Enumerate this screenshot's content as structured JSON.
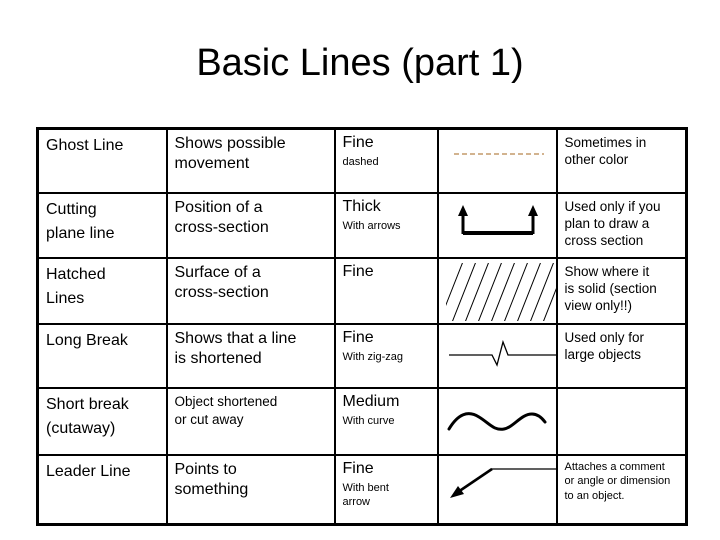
{
  "title": "Basic Lines (part 1)",
  "colors": {
    "ink": "#000000",
    "background": "#ffffff",
    "ghost_dash": "#c49a6a"
  },
  "table": {
    "rows": [
      {
        "name": "Ghost Line",
        "purpose": "Shows possible\nmovement",
        "weight": "Fine",
        "weight_sub": "dashed",
        "example": "dashed-line",
        "note": "Sometimes in\nother color"
      },
      {
        "name": "Cutting\nplane line",
        "purpose": "Position of a\ncross-section",
        "weight": "Thick",
        "weight_sub": "With arrows",
        "example": "thick-line-with-up-arrows",
        "note": "Used only if you\nplan to draw a\ncross section"
      },
      {
        "name": "Hatched\nLines",
        "purpose": "Surface of a\ncross-section",
        "weight": "Fine",
        "weight_sub": "",
        "example": "diagonal-hatching",
        "note": "Show where it\nis solid (section\nview only!!)"
      },
      {
        "name": "Long Break",
        "purpose": "Shows that a line\nis shortened",
        "weight": "Fine",
        "weight_sub": "With zig-zag",
        "example": "line-with-zigzag-break",
        "note": "Used only for\nlarge objects"
      },
      {
        "name": "Short break\n(cutaway)",
        "purpose": "Object shortened\nor cut away",
        "weight": "Medium",
        "weight_sub": "With curve",
        "example": "wavy-curve-line",
        "note": ""
      },
      {
        "name": "Leader Line",
        "purpose": "Points to\nsomething",
        "weight": "Fine",
        "weight_sub": "With bent\narrow",
        "example": "bent-arrow-line",
        "note": "Attaches a comment\nor angle or dimension\nto an object."
      }
    ]
  }
}
